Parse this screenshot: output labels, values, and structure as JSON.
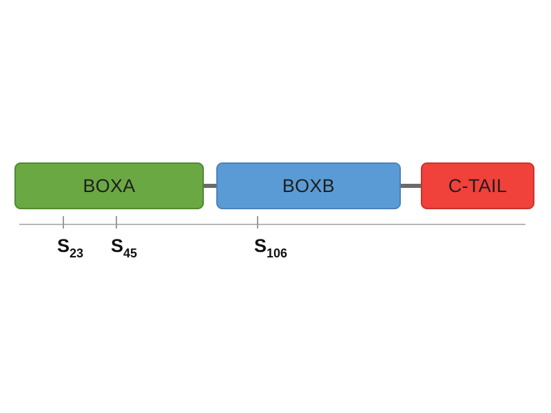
{
  "domains": [
    {
      "label": "BOXA",
      "color": "#6aa843"
    },
    {
      "label": "BOXB",
      "color": "#5b9bd5"
    },
    {
      "label": "C-TAIL",
      "color": "#f0413a"
    }
  ],
  "sites": [
    {
      "letter": "S",
      "number": "23"
    },
    {
      "letter": "S",
      "number": "45"
    },
    {
      "letter": "S",
      "number": "106"
    }
  ]
}
